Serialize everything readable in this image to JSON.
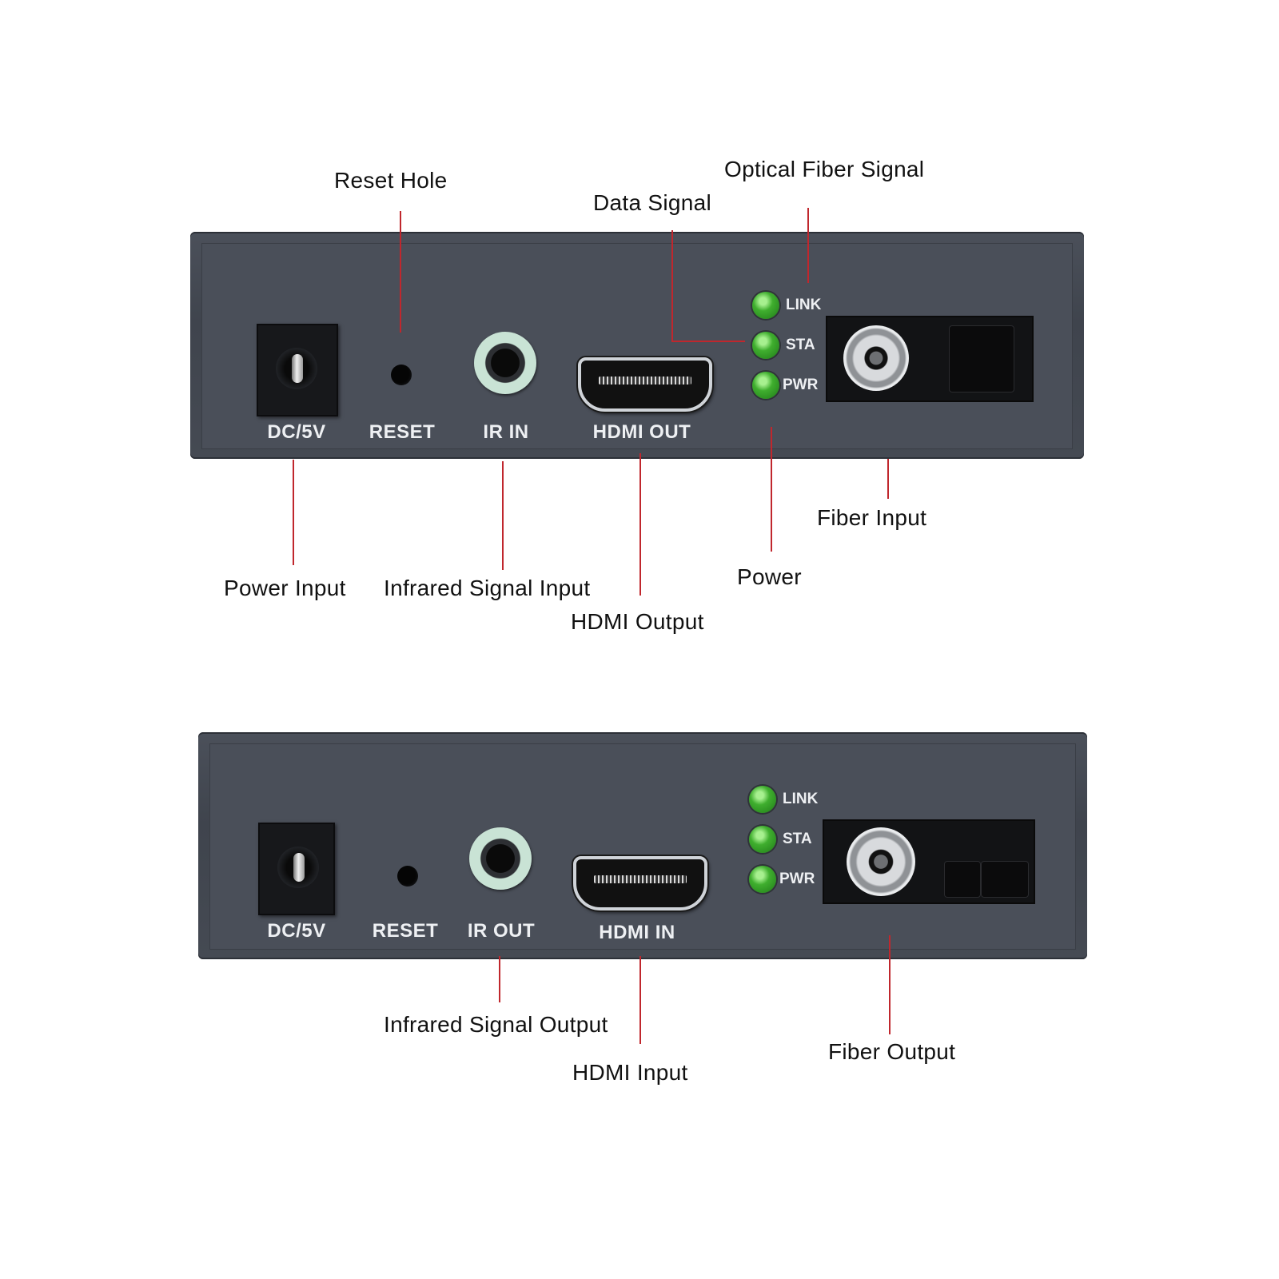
{
  "receiver_panel": {
    "silkscreen": {
      "power": "DC/5V",
      "reset": "RESET",
      "ir": "IR IN",
      "hdmi": "HDMI OUT",
      "led_link": "LINK",
      "led_sta": "STA",
      "led_pwr": "PWR"
    },
    "callouts": {
      "reset_hole": "Reset Hole",
      "data_signal": "Data Signal",
      "optical_fiber_signal": "Optical Fiber Signal",
      "power_input": "Power Input",
      "infrared_signal_input": "Infrared Signal Input",
      "hdmi_output": "HDMI Output",
      "power": "Power",
      "fiber_input": "Fiber Input"
    }
  },
  "transmitter_panel": {
    "silkscreen": {
      "power": "DC/5V",
      "reset": "RESET",
      "ir": "IR OUT",
      "hdmi": "HDMI IN",
      "led_link": "LINK",
      "led_sta": "STA",
      "led_pwr": "PWR"
    },
    "callouts": {
      "infrared_signal_output": "Infrared Signal Output",
      "hdmi_input": "HDMI Input",
      "fiber_output": "Fiber Output"
    }
  },
  "colors": {
    "leader_line": "#c0272d",
    "chassis": "#4a4f59",
    "led_green": "#3fae2e",
    "ir_jack_ring": "#c9e3d5"
  }
}
